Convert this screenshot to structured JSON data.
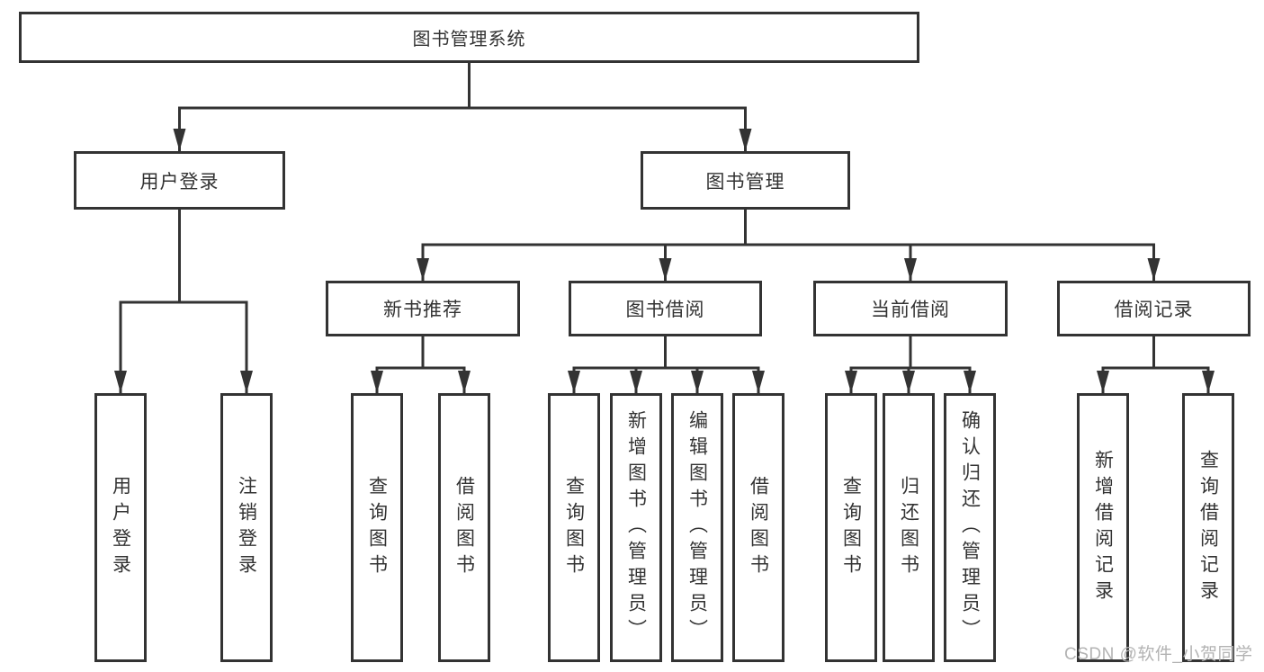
{
  "colors": {
    "line": "#333333",
    "box_border": "#333333",
    "box_background": "#ffffff",
    "text": "#333333",
    "watermark_text_color": "#b3b3b3"
  },
  "tree": {
    "root": {
      "label": "图书管理系统",
      "children": [
        {
          "label": "用户登录",
          "children": [
            {
              "label": "用户登录"
            },
            {
              "label": "注销登录"
            }
          ]
        },
        {
          "label": "图书管理",
          "children": [
            {
              "label": "新书推荐",
              "children": [
                {
                  "label": "查询图书"
                },
                {
                  "label": "借阅图书"
                }
              ]
            },
            {
              "label": "图书借阅",
              "children": [
                {
                  "label": "查询图书"
                },
                {
                  "label": "新增图书（管理员）"
                },
                {
                  "label": "编辑图书（管理员）"
                },
                {
                  "label": "借阅图书"
                }
              ]
            },
            {
              "label": "当前借阅",
              "children": [
                {
                  "label": "查询图书"
                },
                {
                  "label": "归还图书"
                },
                {
                  "label": "确认归还（管理员）"
                }
              ]
            },
            {
              "label": "借阅记录",
              "children": [
                {
                  "label": "新增借阅记录"
                },
                {
                  "label": "查询借阅记录"
                }
              ]
            }
          ]
        }
      ]
    }
  },
  "watermark": {
    "text": "CSDN @软件_小贺同学"
  }
}
